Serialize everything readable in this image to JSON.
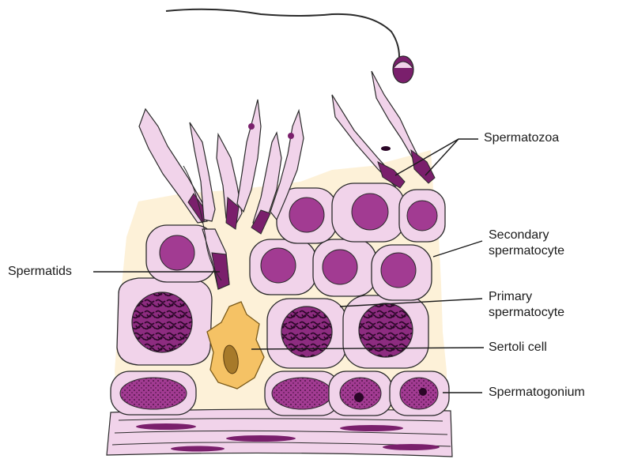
{
  "labels": {
    "spermatozoa": "Spermatozoa",
    "secondary_spermatocyte": {
      "line1": "Secondary",
      "line2": "spermatocyte"
    },
    "spermatids": "Spermatids",
    "primary_spermatocyte": {
      "line1": "Primary",
      "line2": "spermatocyte"
    },
    "sertoli_cell": "Sertoli cell",
    "spermatogonium": "Spermatogonium"
  },
  "colors": {
    "cell_fill": "#f1d3ea",
    "nucleus": "#a23b92",
    "dark_nucleus": "#7a1f6c",
    "tissue_bg": "#fdf1d8",
    "sertoli": "#f5c265",
    "sertoli_nucleus": "#a77a2a",
    "outline": "#2a2a2a"
  }
}
